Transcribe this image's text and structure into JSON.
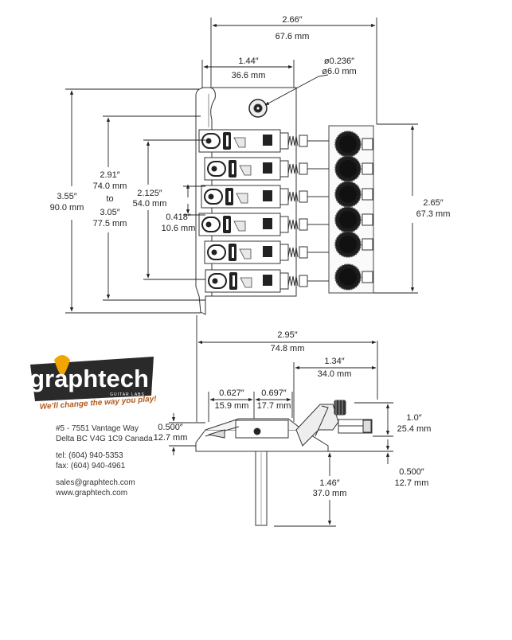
{
  "dimensions": {
    "overall_width": {
      "inch": "2.66″",
      "mm": "67.6 mm"
    },
    "center_width": {
      "inch": "1.44″",
      "mm": "36.6 mm"
    },
    "stud_diameter": {
      "inch": "ø0.236″",
      "mm": "ø6.0 mm"
    },
    "overall_length": {
      "inch": "3.55″",
      "mm": "90.0 mm"
    },
    "intonation_range": {
      "inch_min": "2.91″",
      "mm_min": "74.0 mm",
      "to": "to",
      "inch_max": "3.05″",
      "mm_max": "77.5 mm"
    },
    "string_spread": {
      "inch": "2.125″",
      "mm": "54.0 mm"
    },
    "string_spacing": {
      "inch": "0.418″",
      "mm": "10.6 mm"
    },
    "lock_width": {
      "inch": "2.65″",
      "mm": "67.3 mm"
    },
    "side_length": {
      "inch": "2.95″",
      "mm": "74.8 mm"
    },
    "lock_length": {
      "inch": "1.34″",
      "mm": "34.0 mm"
    },
    "saddle_a": {
      "inch": "0.627″",
      "mm": "15.9 mm"
    },
    "saddle_b": {
      "inch": "0.697″",
      "mm": "17.7 mm"
    },
    "side_height": {
      "inch": "0.500″",
      "mm": "12.7 mm"
    },
    "lock_height": {
      "inch": "1.0″",
      "mm": "25.4 mm"
    },
    "below_height": {
      "inch": "0.500″",
      "mm": "12.7 mm"
    },
    "block_depth": {
      "inch": "1.46″",
      "mm": "37.0 mm"
    }
  },
  "logo": {
    "text": "graphtech",
    "sub": "GUITAR LABS",
    "tagline": "We’ll change the way you play!",
    "colors": {
      "box": "#2a2a2a",
      "text": "#ffffff",
      "accent": "#f0a500",
      "tagline": "#b45a1a"
    }
  },
  "contact": {
    "address1": "#5 - 7551 Vantage Way",
    "address2": "Delta BC  V4G 1C9  Canada",
    "tel": "tel: (604) 940-5353",
    "fax": "fax: (604) 940-4961",
    "email": "sales@graphtech.com",
    "web": "www.graphtech.com"
  }
}
